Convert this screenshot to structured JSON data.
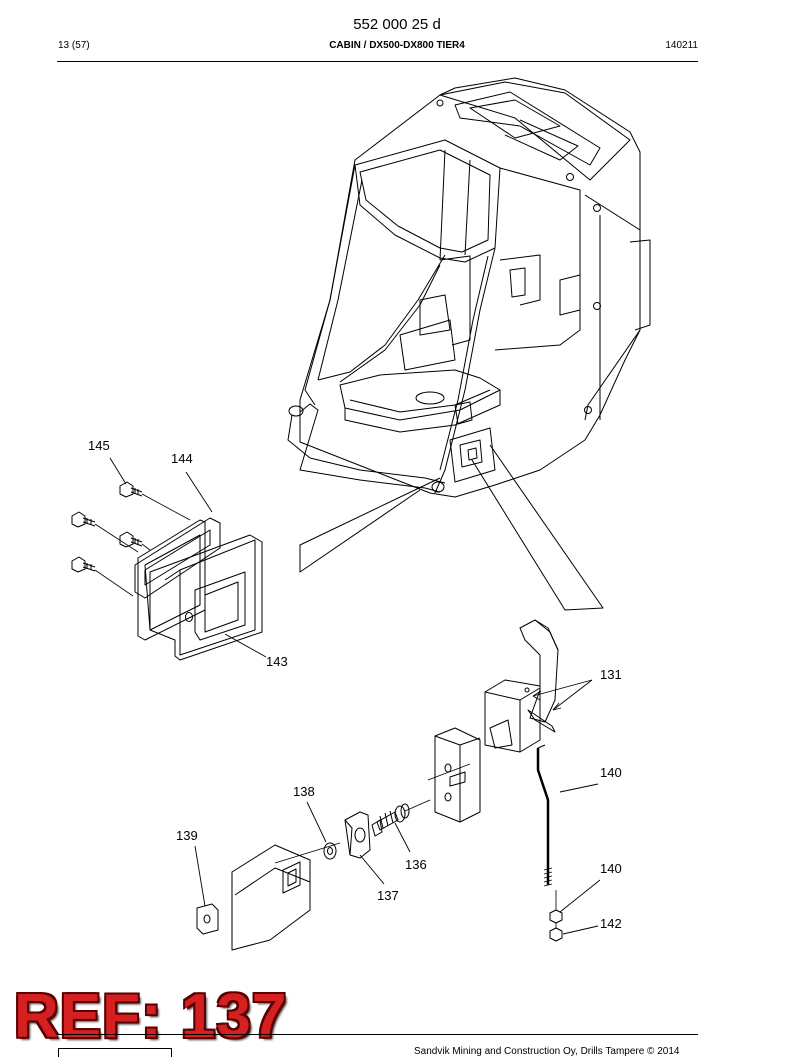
{
  "header": {
    "doc_number": "552 000 25 d",
    "page": "13 (57)",
    "title": "CABIN / DX500-DX800 TIER4",
    "date_code": "140211"
  },
  "callouts": {
    "c145": "145",
    "c144": "144",
    "c143": "143",
    "c131": "131",
    "c140a": "140",
    "c138": "138",
    "c139": "139",
    "c136": "136",
    "c137": "137",
    "c140b": "140",
    "c142": "142"
  },
  "stamp": {
    "text": "REF: 137",
    "color": "#d42020"
  },
  "footer": {
    "text": "Sandvik Mining and Construction Oy, Drills Tampere © 2014"
  }
}
